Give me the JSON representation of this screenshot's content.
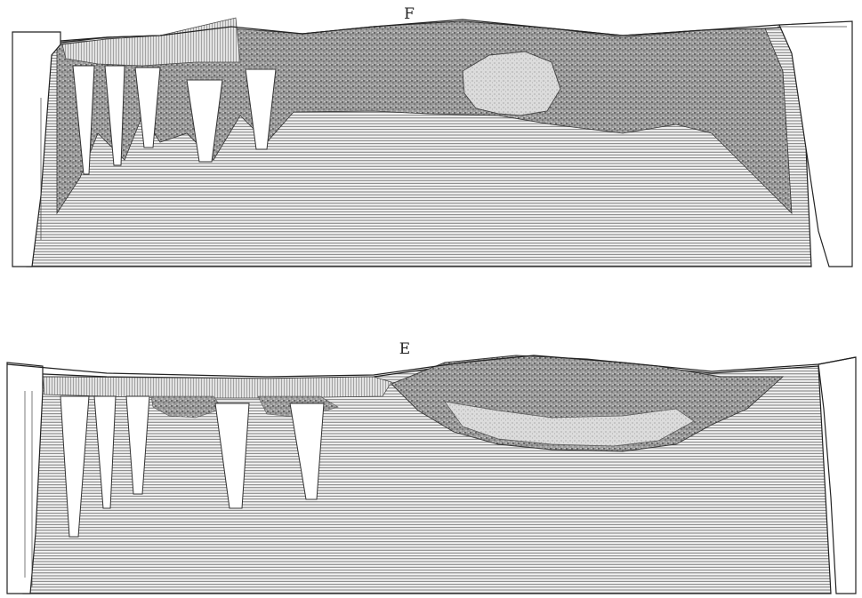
{
  "figure": {
    "sections": [
      {
        "id": "upper",
        "label": "F"
      },
      {
        "id": "lower",
        "label": "E"
      }
    ]
  }
}
